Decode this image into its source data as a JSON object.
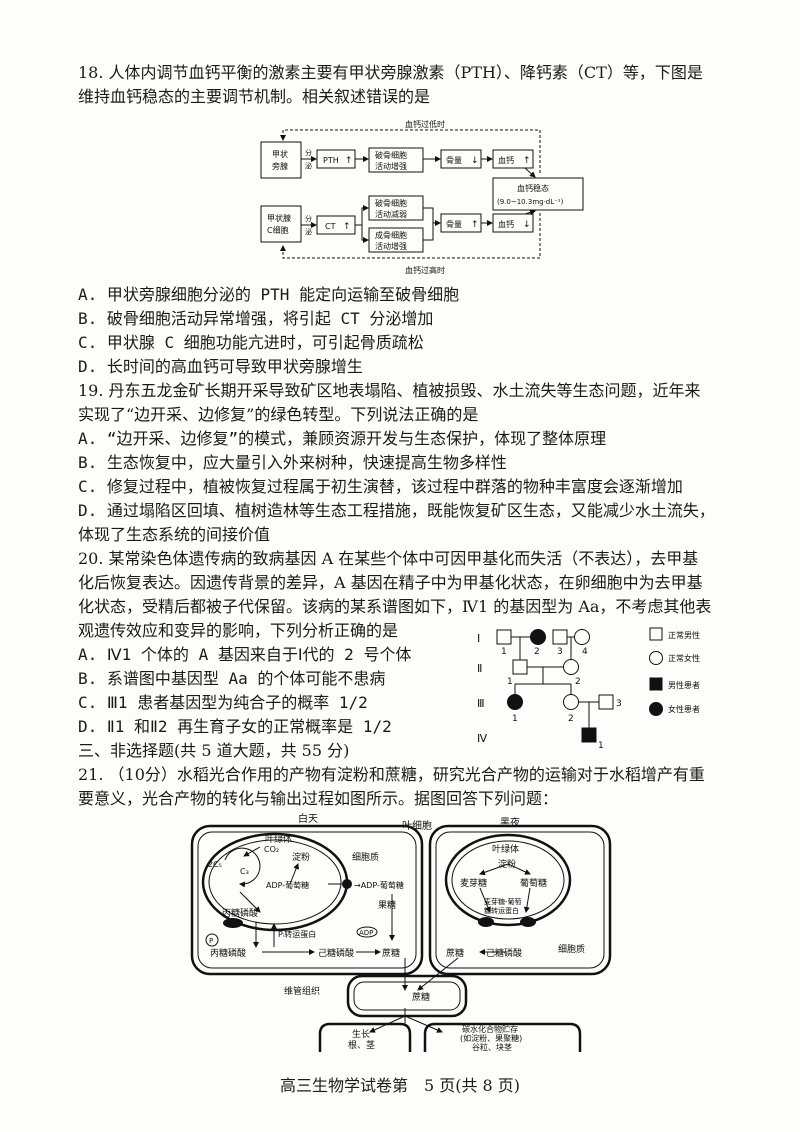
{
  "q18": {
    "stem_1": "18. 人体内调节血钙平衡的激素主要有甲状旁腺激素（PTH）、降钙素（CT）等，下图是",
    "stem_2": "维持血钙稳态的主要调节机制。相关叙述错误的是",
    "diagram": {
      "top_label": "血钙过低时",
      "bottom_label": "血钙过高时",
      "box_parathyroid_1": "甲状",
      "box_parathyroid_2": "旁腺",
      "secrete_1": "分",
      "secrete_2": "泌",
      "pth": "PTH",
      "osteoclast_up_1": "破骨细胞",
      "osteoclast_up_2": "活动增强",
      "bone_down": "骨量",
      "blood_ca": "血钙",
      "homeostasis_1": "血钙稳态",
      "homeostasis_2": "(9.0~10.3mg·dL⁻¹)",
      "box_thyroid_c_1": "甲状腺",
      "box_thyroid_c_2": "C细胞",
      "ct": "CT",
      "osteoclast_down_1": "破骨细胞",
      "osteoclast_down_2": "活动减弱",
      "osteoblast_up_1": "成骨细胞",
      "osteoblast_up_2": "活动增强",
      "bone_up": "骨量",
      "blood_ca_2": "血钙"
    },
    "options": [
      "A. 甲状旁腺细胞分泌的 PTH 能定向运输至破骨细胞",
      "B. 破骨细胞活动异常增强，将引起 CT 分泌增加",
      "C. 甲状腺 C 细胞功能亢进时，可引起骨质疏松",
      "D. 长时间的高血钙可导致甲状旁腺增生"
    ]
  },
  "q19": {
    "stem_1": "19. 丹东五龙金矿长期开采导致矿区地表塌陷、植被损毁、水土流失等生态问题，近年来",
    "stem_2": "实现了“边开采、边修复”的绿色转型。下列说法正确的是",
    "options": [
      "A. “边开采、边修复”的模式，兼顾资源开发与生态保护，体现了整体原理",
      "B. 生态恢复中，应大量引入外来树种，快速提高生物多样性",
      "C. 修复过程中，植被恢复过程属于初生演替，该过程中群落的物种丰富度会逐渐增加",
      "D. 通过塌陷区回填、植树造林等生态工程措施，既能恢复矿区生态，又能减少水土流失，"
    ],
    "option_d_cont": "体现了生态系统的间接价值"
  },
  "q20": {
    "stem_1": "20. 某常染色体遗传病的致病基因 A 在某些个体中可因甲基化而失活（不表达），去甲基",
    "stem_2": "化后恢复表达。因遗传背景的差异，A 基因在精子中为甲基化状态，在卵细胞中为去甲基",
    "stem_3": "化状态，受精后都被子代保留。该病的某系谱图如下，Ⅳ1 的基因型为 Aa，不考虑其他表",
    "stem_4": "观遗传效应和变异的影响，下列分析正确的是",
    "options": [
      "A. Ⅳ1 个体的 A 基因来自于Ⅰ代的 2 号个体",
      "B. 系谱图中基因型 Aa 的个体可能不患病",
      "C. Ⅲ1 患者基因型为纯合子的概率 1/2",
      "D. Ⅱ1 和Ⅱ2 再生育子女的正常概率是 1/2"
    ],
    "pedigree": {
      "gen_1": "Ⅰ",
      "gen_2": "Ⅱ",
      "gen_3": "Ⅲ",
      "gen_4": "Ⅳ",
      "n1": "1",
      "n2": "2",
      "n3": "3",
      "n4": "4",
      "legend_normal_male": "正常男性",
      "legend_normal_female": "正常女性",
      "legend_affected_male": "男性患者",
      "legend_affected_female": "女性患者"
    }
  },
  "section3": "三、非选择题(共 5 道大题，共 55 分)",
  "q21": {
    "stem_1": "21. （10分）水稻光合作用的产物有淀粉和蔗糖，研究光合产物的运输对于水稻增产有重",
    "stem_2": "要意义，光合产物的转化与输出过程如图所示。据图回答下列问题：",
    "diagram": {
      "day": "白天",
      "leaf_cell": "叶细胞",
      "night": "黑夜",
      "chloroplast": "叶绿体",
      "co2": "CO₂",
      "c5": "2C₅",
      "c3": "C₃",
      "starch": "淀粉",
      "cytoplasm": "细胞质",
      "adp_glucose": "ADP-葡萄糖",
      "adp_glucose_2": "→ADP-葡萄糖",
      "triose": "丙糖磷酸",
      "fructose": "果糖",
      "pi": "P",
      "pi_transporter": "Pᵢ转运蛋白",
      "adp": "ADP",
      "triose_2": "丙糖磷酸",
      "hexose": "己糖磷酸",
      "sucrose": "蔗糖",
      "chloroplast_2": "叶绿体",
      "starch_2": "淀粉",
      "maltose": "麦芽糖",
      "glucose": "葡萄糖",
      "maltose_transporter_1": "麦芽糖-葡萄",
      "maltose_transporter_2": "糖转运蛋白",
      "sucrose_2": "蔗糖",
      "hexose_2": "己糖磷酸",
      "cytoplasm_2": "细胞质",
      "vascular": "维管组织",
      "sucrose_3": "蔗糖",
      "growth_1": "生长",
      "growth_2": "根、茎",
      "storage_1": "碳水化合物贮存",
      "storage_2": "(如淀粉、果聚糖)",
      "storage_3": "谷粒、块茎"
    }
  },
  "footer": "高三生物学试卷第　5 页(共 8 页)"
}
